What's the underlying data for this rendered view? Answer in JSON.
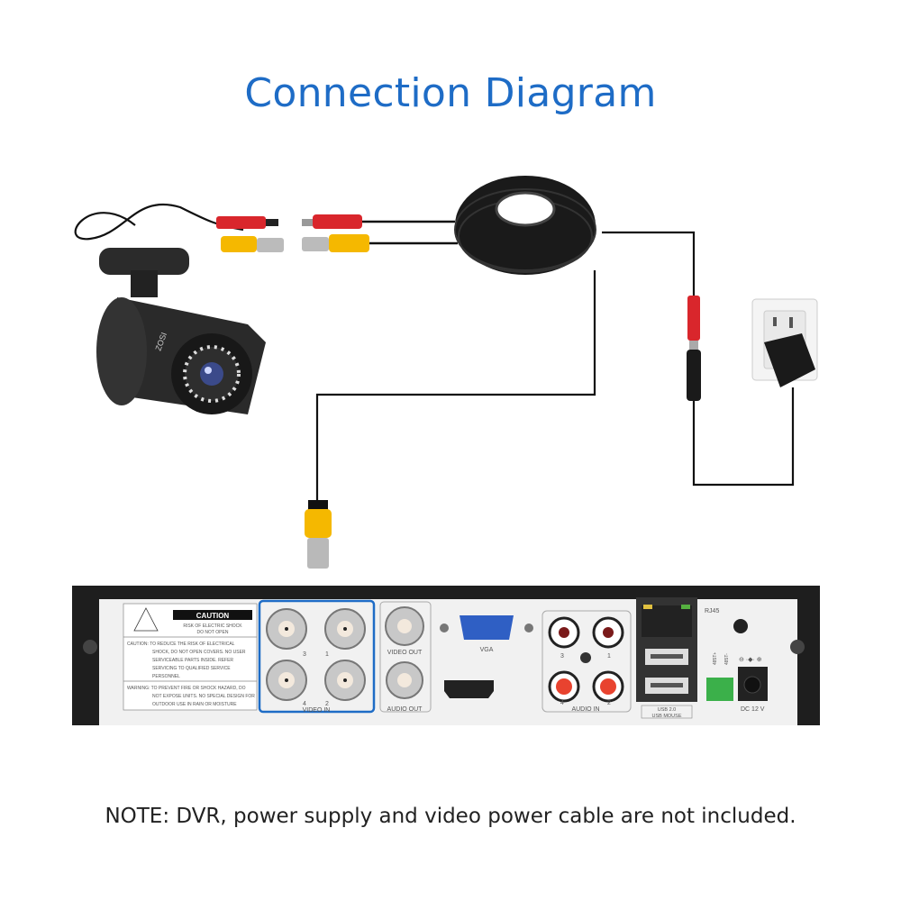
{
  "title": "Connection Diagram",
  "note": "NOTE: DVR, power supply and video power cable are not included.",
  "camera": {
    "brand": "ZOSI"
  },
  "dvr": {
    "caution_title": "CAUTION",
    "caution_sub1": "RISK OF ELECTRIC SHOCK",
    "caution_sub2": "DO NOT OPEN",
    "caution_text": [
      "CAUTION: TO REDUCE THE RISK OF ELECTRICAL",
      "SHOCK, DO NOT OPEN COVERS. NO USER",
      "SERVICEABLE PARTS INSIDE. REFER",
      "SERVICING TO QUALIFIED SERVICE",
      "PERSONNEL"
    ],
    "warning_text": [
      "WARNING: TO PREVENT FIRE OR SHOCK HAZARD, DO",
      "NOT EXPOSE UNITS. NO SPECIAL DESIGN FOR",
      "OUTDOOR USE IN RAIN OR MOISTURE"
    ],
    "video_in_label": "VIDEO IN",
    "video_in_ports": [
      "3",
      "1",
      "4",
      "2"
    ],
    "video_out_label": "VIDEO OUT",
    "audio_out_label": "AUDIO OUT",
    "vga_label": "VGA",
    "audio_in_label": "AUDIO IN",
    "audio_in_ports": [
      "3",
      "1",
      "4",
      "2"
    ],
    "rj45_label": "RJ45",
    "usb_label1": "USB 2.0",
    "usb_label2": "USB MOUSE",
    "rs485_labels": [
      "485T+",
      "485T-"
    ],
    "dc_label": "DC 12 V",
    "polarity": "⊖ ·◆· ⊕"
  },
  "colors": {
    "title": "#1e6cc6",
    "highlight": "#1e6cc6",
    "red": "#d9262c",
    "yellow": "#f5b800"
  }
}
